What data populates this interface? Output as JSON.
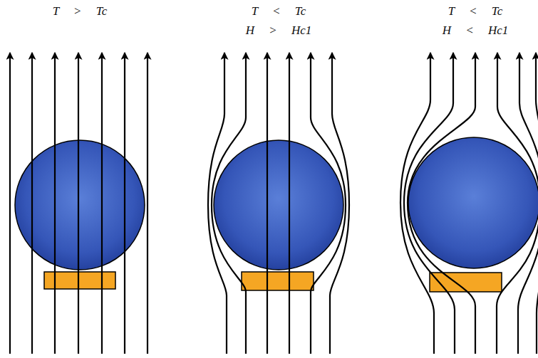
{
  "diagram": {
    "labels": [
      "T > Tc",
      "T < Tc",
      "H > Hc1",
      "T < Tc",
      "H < Hc1"
    ]
  }
}
